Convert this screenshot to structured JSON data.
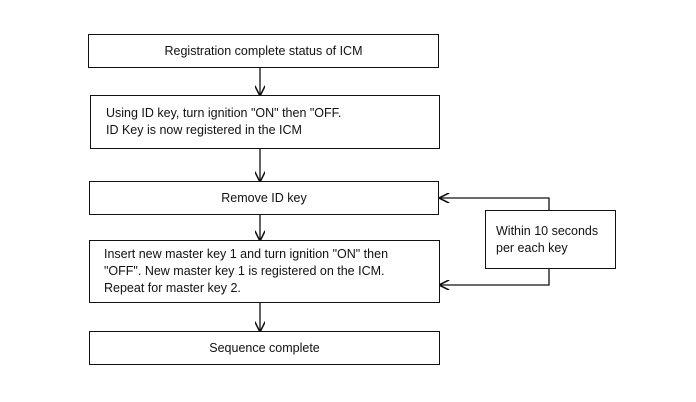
{
  "flowchart": {
    "step1": "Registration complete status of ICM",
    "step2": [
      "Using ID key, turn ignition \"ON\" then \"OFF.",
      "ID Key is now registered in the ICM"
    ],
    "step3": "Remove ID key",
    "step4": [
      "Insert new master key 1 and turn ignition \"ON\" then",
      "\"OFF\".  New master key 1 is registered on the ICM.",
      "Repeat for master key 2."
    ],
    "step5": "Sequence complete",
    "note": [
      "Within 10 seconds",
      "per each key"
    ]
  }
}
